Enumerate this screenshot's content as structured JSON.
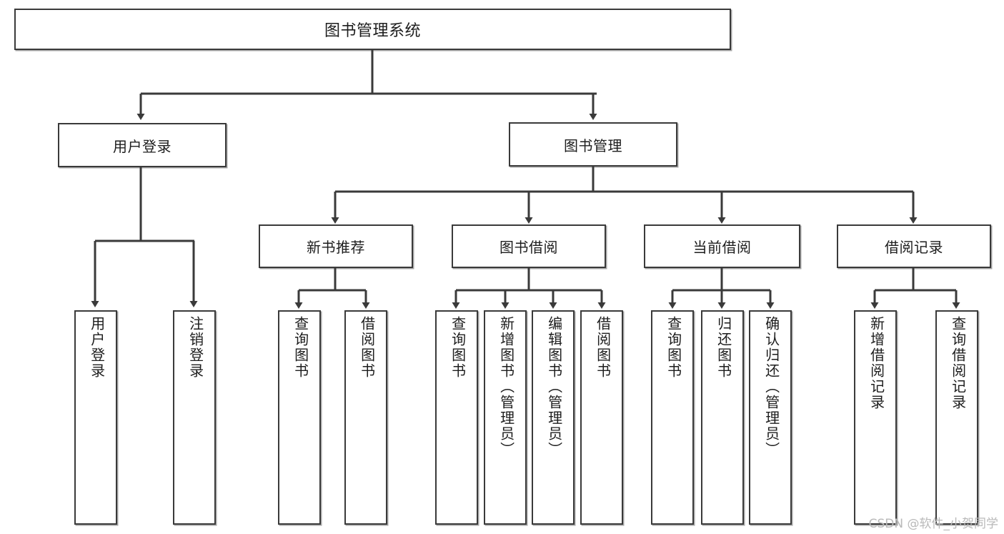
{
  "diagram": {
    "title": "图书管理系统",
    "watermark": "CSDN @软件_小贺同学",
    "line_color": "#3a3a3a",
    "box_fill": "#ffffff",
    "text_color": "#1d1d1d",
    "watermark_color": "#b9b9b9",
    "root": {
      "label": "图书管理系统"
    },
    "level2": [
      {
        "label": "用户登录"
      },
      {
        "label": "图书管理"
      }
    ],
    "level3": [
      {
        "label": "新书推荐"
      },
      {
        "label": "图书借阅"
      },
      {
        "label": "当前借阅"
      },
      {
        "label": "借阅记录"
      }
    ],
    "leaves": {
      "user_login": [
        {
          "label": "用户登录"
        },
        {
          "label": "注销登录"
        }
      ],
      "new_book": [
        {
          "label": "查询图书"
        },
        {
          "label": "借阅图书"
        }
      ],
      "borrow_book": [
        {
          "label": "查询图书"
        },
        {
          "label": "新增图书（管理员）"
        },
        {
          "label": "编辑图书（管理员）"
        },
        {
          "label": "借阅图书"
        }
      ],
      "current_borrow": [
        {
          "label": "查询图书"
        },
        {
          "label": "归还图书"
        },
        {
          "label": "确认归还（管理员）"
        }
      ],
      "borrow_record": [
        {
          "label": "新增借阅记录"
        },
        {
          "label": "查询借阅记录"
        }
      ]
    }
  }
}
